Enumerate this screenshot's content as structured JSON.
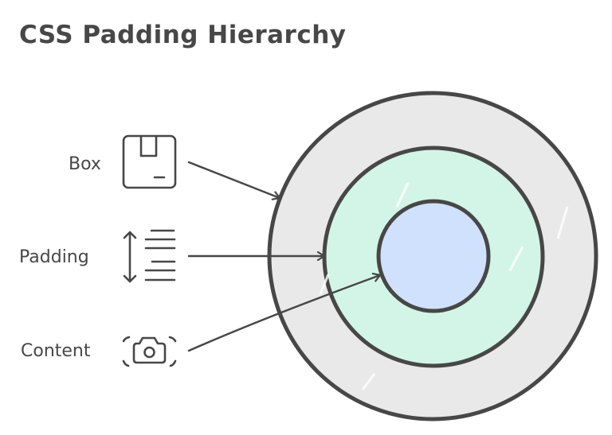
{
  "title": "CSS Padding Hierarchy",
  "items": [
    {
      "label": "Box",
      "icon": "box-icon",
      "target": "outer-circle"
    },
    {
      "label": "Padding",
      "icon": "padding-icon",
      "target": "middle-circle"
    },
    {
      "label": "Content",
      "icon": "camera-icon",
      "target": "inner-circle"
    }
  ],
  "colors": {
    "stroke": "#474747",
    "box_fill": "#e9e9e9",
    "padding_fill": "#d3f5e7",
    "content_fill": "#d0e1fd"
  }
}
